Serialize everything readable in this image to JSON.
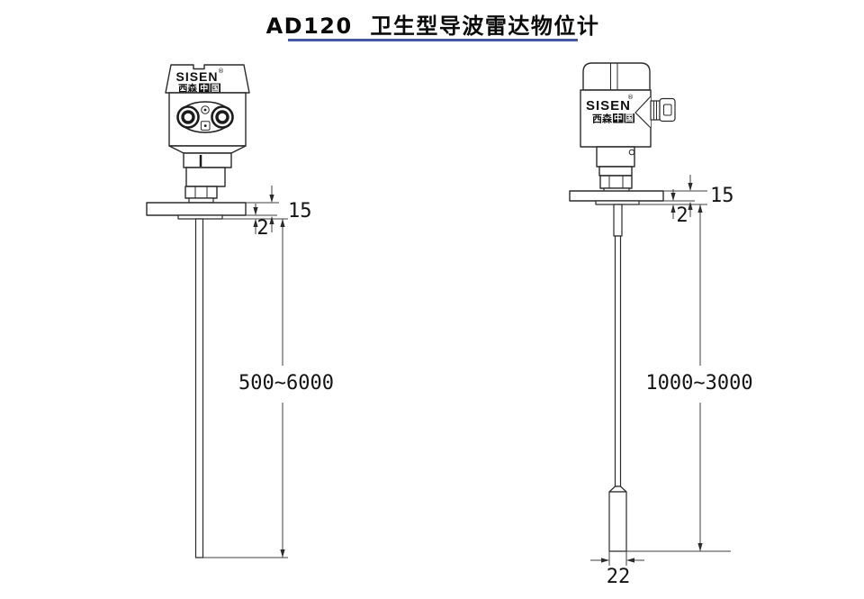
{
  "title": {
    "text": "AD120  卫生型导波雷达物位计",
    "underline_color": "#4254b8"
  },
  "brand": {
    "name": "SISEN",
    "registered_mark": "®",
    "cn_name": "西森",
    "cn_boxed_1": "中",
    "cn_boxed_2": "国"
  },
  "figures": {
    "left": {
      "variant": "rod-probe-version",
      "range_label": "500~6000",
      "flange_thickness": "15",
      "plate_thickness": "2"
    },
    "right": {
      "variant": "cable-probe-version",
      "range_label": "1000~3000",
      "flange_thickness": "15",
      "plate_thickness": "2",
      "weight_diameter": "22"
    }
  },
  "colors": {
    "line": "#2b2b2b",
    "accent": "#4254b8"
  }
}
